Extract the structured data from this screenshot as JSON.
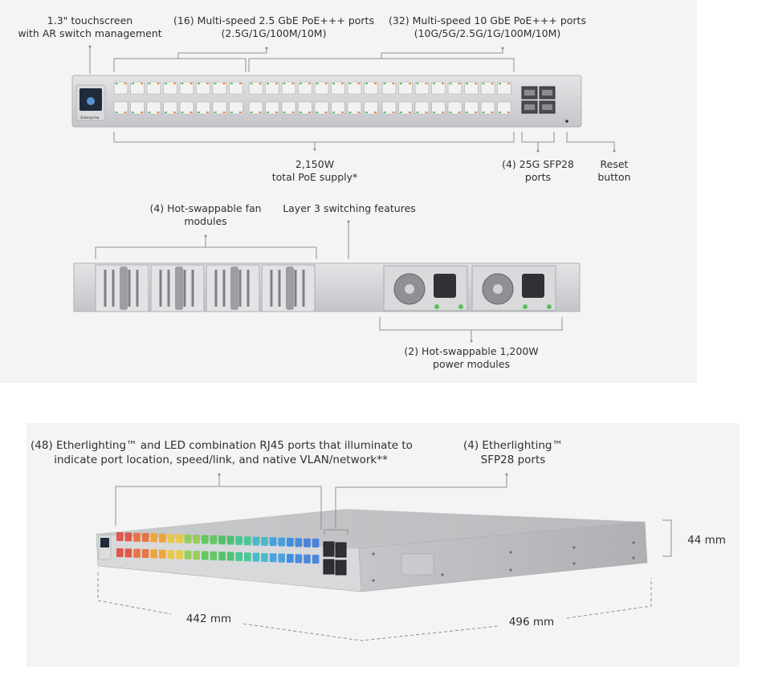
{
  "top_panel": {
    "touchscreen": {
      "line1": "1.3\" touchscreen",
      "line2": "with AR switch management"
    },
    "ports_25": {
      "line1": "(16) Multi-speed 2.5 GbE PoE+++ ports",
      "line2": "(2.5G/1G/100M/10M)"
    },
    "ports_10": {
      "line1": "(32) Multi-speed 10 GbE PoE+++ ports",
      "line2": "(10G/5G/2.5G/1G/100M/10M)"
    },
    "poe": {
      "line1": "2,150W",
      "line2": "total PoE supply*"
    },
    "sfp28": {
      "line1": "(4) 25G SFP28",
      "line2": "ports"
    },
    "reset": {
      "line1": "Reset",
      "line2": "button"
    },
    "fans": {
      "line1": "(4) Hot-swappable fan",
      "line2": "modules"
    },
    "layer3": {
      "line1": "Layer 3 switching features"
    },
    "psu": {
      "line1": "(2) Hot-swappable 1,200W",
      "line2": "power modules"
    },
    "front_brand": "Enterprise"
  },
  "bottom_panel": {
    "etherlighting_rj45": {
      "line1": "(48) Etherlighting™ and LED combination RJ45 ports that illuminate to",
      "line2": "indicate port location, speed/link, and native VLAN/network**"
    },
    "etherlighting_sfp": {
      "line1": "(4) Etherlighting™",
      "line2": "SFP28 ports"
    },
    "height": "44 mm",
    "width": "442 mm",
    "depth": "496 mm"
  },
  "colors": {
    "panel_bg": "#f4f4f4",
    "chassis": "#d2d3d5",
    "leader": "#8a8a8a",
    "port_green": "#5fbf5a",
    "port_orange": "#e8893a"
  }
}
